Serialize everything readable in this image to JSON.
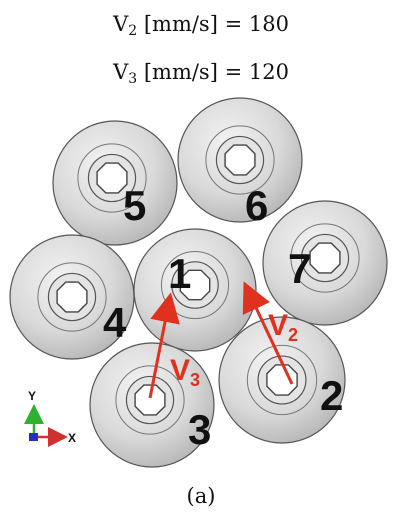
{
  "equations": [
    {
      "symbol": "V",
      "sub": "2",
      "rest": " [mm/s] = 180"
    },
    {
      "symbol": "V",
      "sub": "3",
      "rest": " [mm/s] = 120"
    }
  ],
  "parts": [
    {
      "label": "1"
    },
    {
      "label": "2"
    },
    {
      "label": "3"
    },
    {
      "label": "4"
    },
    {
      "label": "5"
    },
    {
      "label": "6"
    },
    {
      "label": "7"
    }
  ],
  "velocity_labels": [
    {
      "symbol": "V",
      "sub": "2"
    },
    {
      "symbol": "V",
      "sub": "3"
    }
  ],
  "axes": {
    "y": "Y",
    "x": "X"
  },
  "caption": "(a)",
  "colors": {
    "arrow": "#e0301e",
    "part_fill": "#d6d6d6",
    "part_edge": "#555555",
    "axis_y": "#2fb02f",
    "axis_x": "#d03030",
    "axis_z": "#2030c0"
  }
}
